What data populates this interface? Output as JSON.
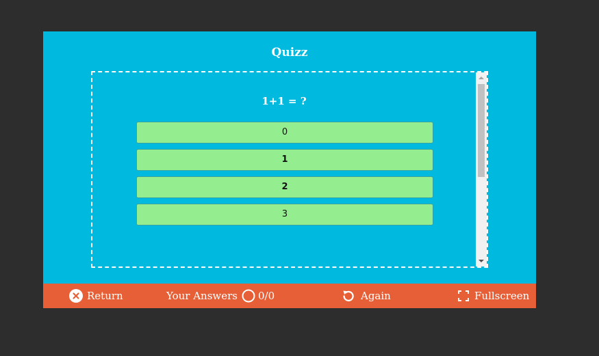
{
  "app": {
    "title": "Quizz"
  },
  "quiz": {
    "question": "1+1 = ?",
    "answers": [
      "0",
      "1",
      "2",
      "3"
    ]
  },
  "footer": {
    "return_label": "Return",
    "answers_label": "Your Answers",
    "score": "0/0",
    "again_label": "Again",
    "fullscreen_label": "Fullscreen"
  },
  "icons": {
    "return": "close-circle-icon",
    "answers": "circle-outline-icon",
    "again": "restart-icon",
    "fullscreen": "fullscreen-icon"
  },
  "colors": {
    "background": "#2d2d2d",
    "panel": "#00b9df",
    "answer": "#94ee8f",
    "footer": "#e65f36",
    "text": "#ffffff"
  }
}
